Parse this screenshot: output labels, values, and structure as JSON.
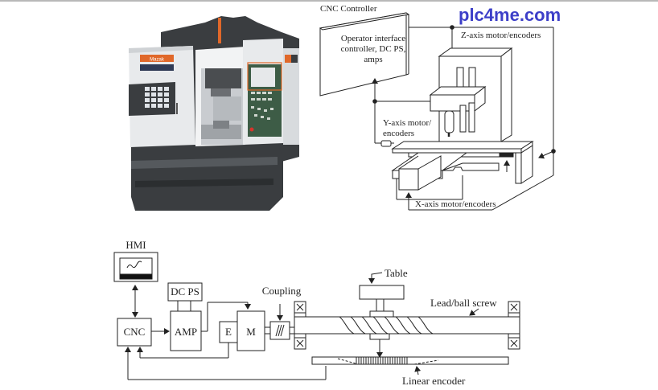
{
  "watermark": "plc4me.com",
  "colors": {
    "watermark": "#3d3fc8",
    "line": "#222222",
    "machine_dark": "#3a3d40",
    "machine_light": "#e8eaec",
    "accent_orange": "#e0682a"
  },
  "photo": {
    "subject": "Vertical machining center (CNC mill)",
    "brand_badge": "Mazak"
  },
  "top_diagram": {
    "cnc_controller_label": "CNC Controller",
    "controller_box_text": [
      "Operator interface",
      "controller, DC PS,",
      "amps"
    ],
    "z_axis_label": "Z-axis motor/encoders",
    "y_axis_label": [
      "Y-axis motor/",
      "encoders"
    ],
    "x_axis_label": "X-axis motor/encoders"
  },
  "bottom_diagram": {
    "hmi_label": "HMI",
    "dcps_label": "DC PS",
    "cnc_label": "CNC",
    "amp_label": "AMP",
    "encoder_label": "E",
    "motor_label": "M",
    "coupling_label": "Coupling",
    "table_label": "Table",
    "screw_label": "Lead/ball screw",
    "linear_encoder_label": "Linear encoder"
  }
}
